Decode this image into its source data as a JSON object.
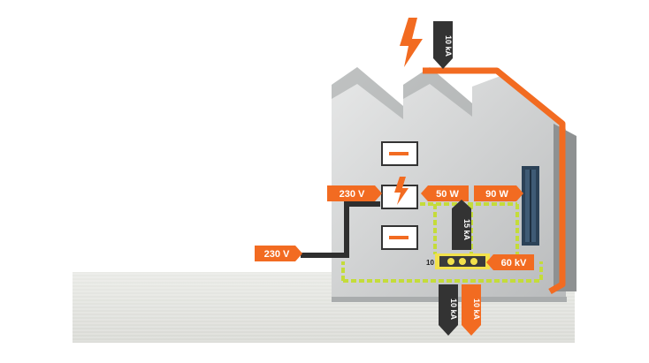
{
  "labels": {
    "surge_top": "10 kA",
    "volt_left_top": "230 V",
    "volt_left_bottom": "230 V",
    "fifty_v": "50 W",
    "ninety_v": "90 W",
    "mid_ka": "15 kA",
    "sixty_kv": "60 kV",
    "bottom_dark": "10 kA",
    "bottom_orange": "10 kA",
    "bar_num": "10"
  },
  "colors": {
    "orange": "#f26b21",
    "dark": "#333333",
    "wall": "#c7c9ca",
    "ground": "#e5e6e2",
    "green": "#b4d334",
    "navy": "#2c4257",
    "yellow": "#f2e14b"
  },
  "icons": [
    "lightning-icon",
    "device-icon"
  ]
}
